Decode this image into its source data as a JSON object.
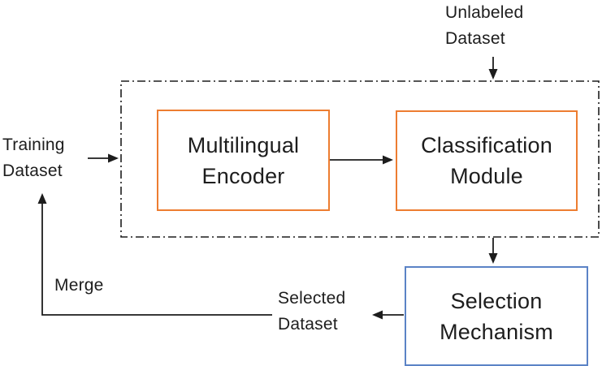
{
  "diagram": {
    "colors": {
      "encoder_classifier_border": "#ED7D31",
      "selection_border": "#5B83C6",
      "lines_and_text": "#1d1d1d",
      "background": "#ffffff"
    },
    "container": {
      "border_style": "dash-dot",
      "contains": "Multilingual Encoder, Classification Module"
    },
    "nodes": {
      "encoder": {
        "line1": "Multilingual",
        "line2": "Encoder"
      },
      "classifier": {
        "line1": "Classification",
        "line2": "Module"
      },
      "selector": {
        "line1": "Selection",
        "line2": "Mechanism"
      }
    },
    "labels": {
      "unlabeled": {
        "line1": "Unlabeled",
        "line2": "Dataset"
      },
      "training": {
        "line1": "Training",
        "line2": "Dataset"
      },
      "selected": {
        "line1": "Selected",
        "line2": "Dataset"
      },
      "merge": "Merge"
    }
  }
}
